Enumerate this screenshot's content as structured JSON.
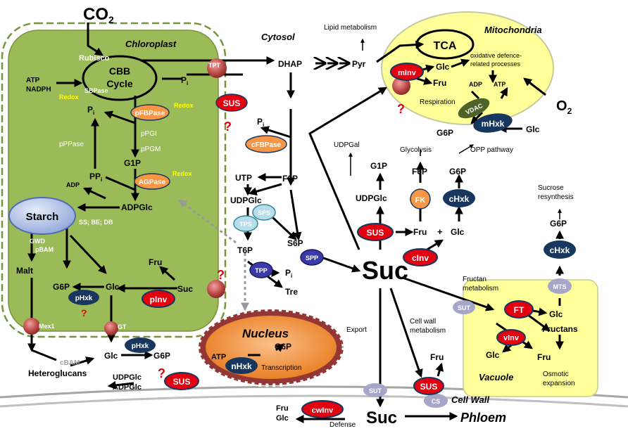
{
  "compartments": {
    "chloroplast": "Chloroplast",
    "cytosol": "Cytosol",
    "mitochondria": "Mitochondria",
    "vacuole": "Vacuole",
    "nucleus": "Nucleus",
    "cell_wall": "Cell Wall",
    "phloem": "Phloem"
  },
  "chloroplast": {
    "co2": "CO",
    "co2_sub": "2",
    "rubisco": "Rubisco",
    "cbb_line1": "CBB",
    "cbb_line2": "Cycle",
    "atp": "ATP",
    "nadph": "NADPH",
    "sbpase": "SBPase",
    "redox": "Redox",
    "pi": "P",
    "pi_sub": "i",
    "pfbpase": "pFBPase",
    "ppgi": "pPGI",
    "ppgm": "pPGM",
    "g1p": "G1P",
    "ppi": "PP",
    "ppi_sub": "i",
    "pppase": "pPPase",
    "agpase": "AGPase",
    "adp": "ADP",
    "adpglc": "ADPGlc",
    "starch": "Starch",
    "ss_be_db": "SS; BE; DB",
    "gwd": "GWD",
    "pbam": "pBAM",
    "malt": "Malt",
    "g6p": "G6P",
    "phxk": "pHxk",
    "glc": "Glc",
    "fru": "Fru",
    "suc": "Suc",
    "pinv": "pInv",
    "mex1": "Mex1",
    "gt": "GT",
    "tpt": "TPT"
  },
  "cytosol": {
    "dhap": "DHAP",
    "lipid": "Lipid metabolism",
    "pyr": "Pyr",
    "sus": "SUS",
    "q": "?",
    "pi": "P",
    "pi_sub": "i",
    "cfbpase": "cFBPase",
    "utp": "UTP",
    "f6p": "F6P",
    "udpglc": "UDPGlc",
    "sps": "SPS",
    "tps": "TPS",
    "t6p": "T6P",
    "s6p": "S6P",
    "spp": "SPP",
    "tpp": "TPP",
    "tre": "Tre",
    "suc_big": "Suc",
    "udpgal": "UDPGal",
    "g1p": "G1P",
    "glycolysis": "Glycolysis",
    "f6p_b": "F6P",
    "fk": "FK",
    "opp": "OPP pathway",
    "g6p": "G6P",
    "chxk": "cHxk",
    "fru": "Fru",
    "plus": "+",
    "glc": "Glc",
    "cinv": "cInv",
    "glc_out": "Glc",
    "phxk_out": "pHxk",
    "g6p_out": "G6P",
    "heteroglucans": "Heteroglucans",
    "cbam": "cBAM",
    "udpglc_b": "UDPGlc",
    "adpglc_b": "ADPGlc",
    "export": "Export",
    "cw_metab_1": "Cell wall",
    "cw_metab_2": "metabolism",
    "fru_cw": "Fru",
    "fructan_1": "Fructan",
    "fructan_2": "metabolism",
    "sucrose_res_1": "Sucrose",
    "sucrose_res_2": "resynthesis",
    "g6p_res": "G6P"
  },
  "mitochondria": {
    "tca": "TCA",
    "minv": "mInv",
    "glc": "Glc",
    "fru": "Fru",
    "oxidative_1": "oxidative defence-",
    "oxidative_2": "related processes",
    "adp": "ADP",
    "atp": "ATP",
    "respiration": "Respiration",
    "vdac": "VDAC",
    "mhxk": "mHxk",
    "g6p": "G6P",
    "glc_out": "Glc",
    "o2": "O",
    "o2_sub": "2"
  },
  "vacuole": {
    "sut": "SUT",
    "ft": "FT",
    "glc": "Glc",
    "fructans": "Fructans",
    "vinv": "vInv",
    "glc_b": "Glc",
    "fru": "Fru",
    "osmotic_1": "Osmotic",
    "osmotic_2": "expansion",
    "mts": "MTS",
    "chxk": "cHxk"
  },
  "nucleus": {
    "atp": "ATP",
    "g6p": "G6P",
    "nhxk": "nHxk",
    "transcription": "Transcription"
  },
  "bottom": {
    "sut": "SUT",
    "sus": "SUS",
    "cs": "CS",
    "cwinv": "cwInv",
    "fru": "Fru",
    "glc": "Glc",
    "defense": "Defense",
    "suc": "Suc",
    "sus_left": "SUS"
  },
  "colors": {
    "chloroplast_fill": "#9bbb59",
    "chloroplast_border": "#77933c",
    "mito_fill": "#ffff99",
    "vacuole_fill": "#ffff99",
    "nucleus_fill": "#f79646",
    "nucleus_border": "#943634",
    "red_enzyme": "#e3000f",
    "orange_enzyme": "#f79646",
    "dark_blue_enzyme": "#17375e",
    "light_blue_enzyme": "#b7dde8",
    "purple_enzyme": "#3b3ba8",
    "transporter_red": "#c0504d",
    "transporter_gray": "#a6a6c8",
    "vdac_green": "#4f6228",
    "redox_yellow": "#ffff00"
  }
}
